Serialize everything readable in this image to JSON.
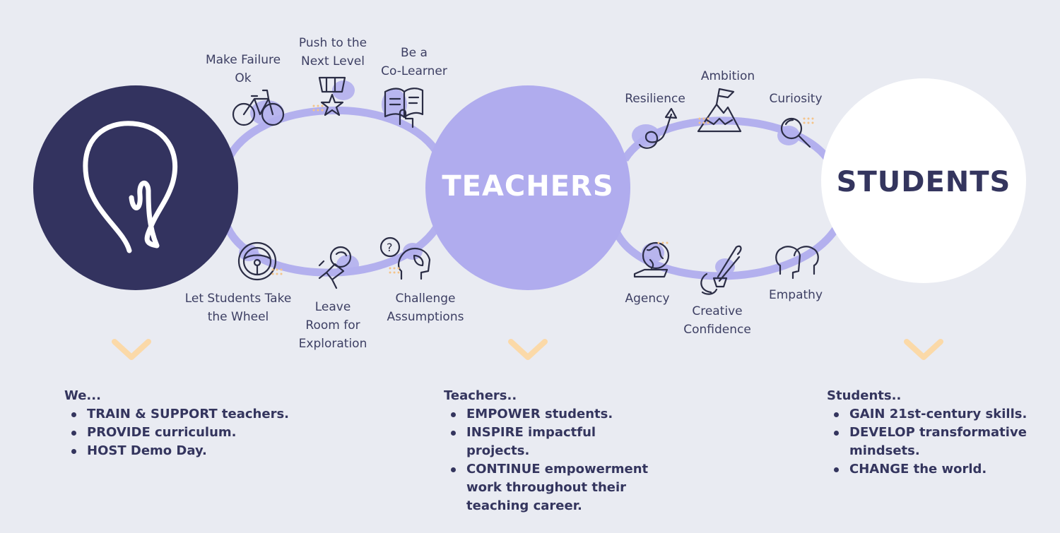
{
  "colors": {
    "background": "#e9ebf2",
    "navy": "#33335f",
    "lavender": "#b0acee",
    "loop": "#b3b0ee",
    "white": "#ffffff",
    "chevron": "#fbd9a8"
  },
  "circles": {
    "teachers_title": "TEACHERS",
    "students_title": "STUDENTS"
  },
  "loop_left": {
    "make_failure_ok": "Make Failure\nOk",
    "push_next_level": "Push to the\nNext Level",
    "be_co_learner": "Be a\nCo-Learner",
    "let_students_wheel": "Let Students Take\nthe Wheel",
    "leave_room": "Leave\nRoom for\nExploration",
    "challenge_assumptions": "Challenge\nAssumptions"
  },
  "loop_right": {
    "resilience": "Resilience",
    "ambition": "Ambition",
    "curiosity": "Curiosity",
    "agency": "Agency",
    "creative_confidence": "Creative\nConfidence",
    "empathy": "Empathy"
  },
  "columns": {
    "we": {
      "heading": "We...",
      "items": [
        "TRAIN & SUPPORT teachers.",
        "PROVIDE curriculum.",
        "HOST Demo Day."
      ]
    },
    "teachers": {
      "heading": "Teachers..",
      "items": [
        "EMPOWER students.",
        "INSPIRE impactful projects.",
        "CONTINUE empowerment work throughout their teaching career."
      ]
    },
    "students": {
      "heading": "Students..",
      "items": [
        "GAIN 21st-century skills.",
        "DEVELOP transformative mindsets.",
        "CHANGE the world."
      ]
    }
  }
}
